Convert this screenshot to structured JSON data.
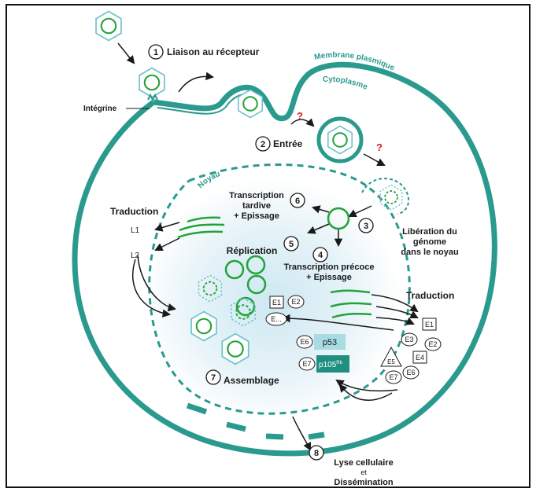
{
  "steps": {
    "s1": {
      "num": "1",
      "label": "Liaison au récepteur"
    },
    "s2": {
      "num": "2",
      "label": "Entrée"
    },
    "s3": {
      "num": "3",
      "label_lines": [
        "Libération du",
        "génome",
        "dans le noyau"
      ]
    },
    "s4": {
      "num": "4",
      "label_lines": [
        "Transcription précoce",
        "+ Epissage"
      ]
    },
    "s5": {
      "num": "5",
      "label": "Réplication"
    },
    "s6": {
      "num": "6",
      "label_lines": [
        "Transcription",
        "tardive",
        "+ Epissage"
      ]
    },
    "s7": {
      "num": "7",
      "label": "Assemblage"
    },
    "s8": {
      "num": "8",
      "label_lines": [
        "Lyse cellulaire",
        "et",
        "Dissémination"
      ]
    }
  },
  "membrane_labels": {
    "plasma": "Membrane plasmique",
    "cytoplasm": "Cytoplasme",
    "nucleus": "Noyau"
  },
  "receptor_label": "Intégrine",
  "unknown_marks": [
    "?",
    "?"
  ],
  "translation_labels": {
    "left": "Traduction",
    "right": "Traduction"
  },
  "late_proteins": [
    "L1",
    "L2"
  ],
  "early_proteins_nucleus": [
    "E1",
    "E2",
    "E..."
  ],
  "early_proteins_cytoplasm": [
    "E1",
    "E2",
    "E3",
    "E4",
    "E5",
    "E6",
    "E7"
  ],
  "targets": [
    {
      "oncoprotein": "E6",
      "partner": "p53"
    },
    {
      "oncoprotein": "E7",
      "partner": "p105",
      "partner_sup": "Rb"
    }
  ],
  "colors": {
    "membrane": "#2a9a8f",
    "virion": "#22a33a",
    "capsid": "#6dc3c9",
    "p53_box": "#a9dbe3",
    "rb_box": "#1f8f80"
  }
}
